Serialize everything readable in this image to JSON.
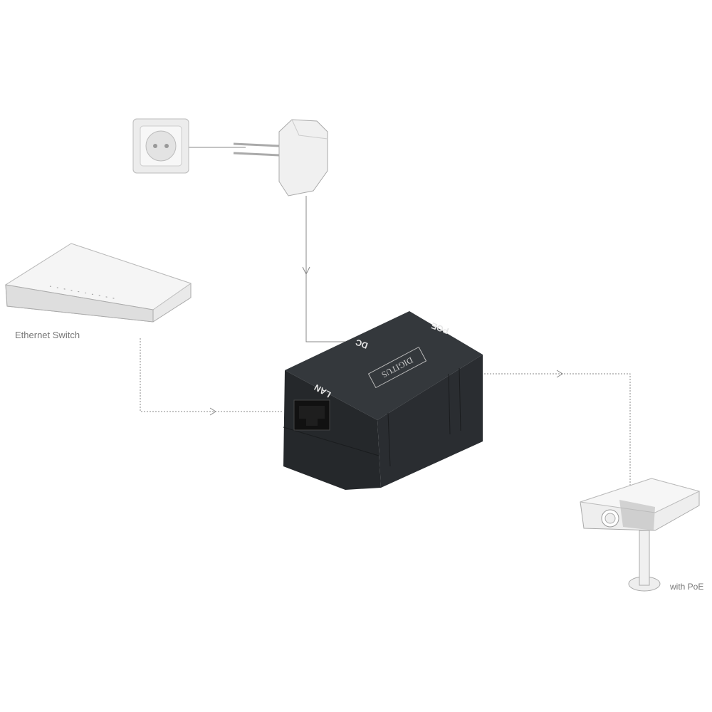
{
  "labels": {
    "switch": "Ethernet Switch",
    "camera": "with PoE",
    "port_dc": "DC",
    "port_poe": "POE",
    "port_lan": "LAN",
    "brand": "DIGITUS"
  },
  "colors": {
    "line": "#888888",
    "device_body": "#2b2f33",
    "device_text": "#e6e6e6",
    "illustration": "#e9e9e9",
    "label": "#777777"
  }
}
